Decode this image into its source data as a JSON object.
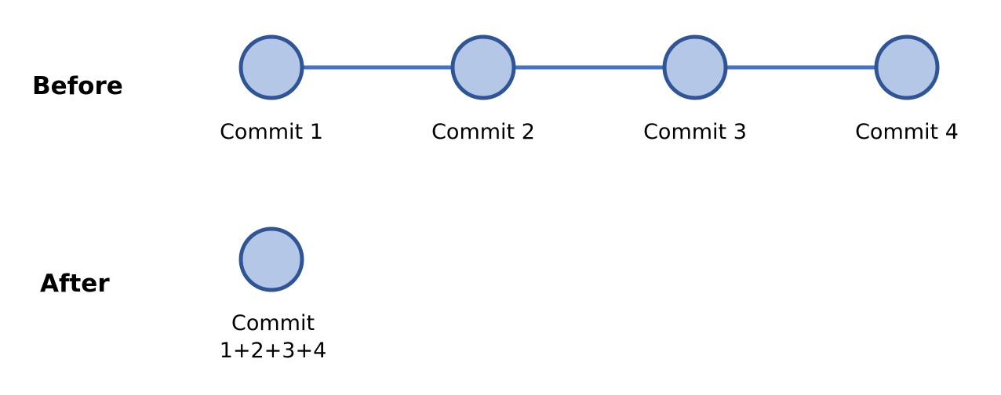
{
  "colors": {
    "node_fill": "#b4c7e7",
    "node_stroke": "#2f5597",
    "edge": "#4472c4"
  },
  "before": {
    "label": "Before",
    "commits": [
      {
        "label": "Commit 1"
      },
      {
        "label": "Commit 2"
      },
      {
        "label": "Commit 3"
      },
      {
        "label": "Commit 4"
      }
    ]
  },
  "after": {
    "label": "After",
    "commits": [
      {
        "label_lines": [
          "Commit",
          "1+2+3+4"
        ]
      }
    ]
  }
}
